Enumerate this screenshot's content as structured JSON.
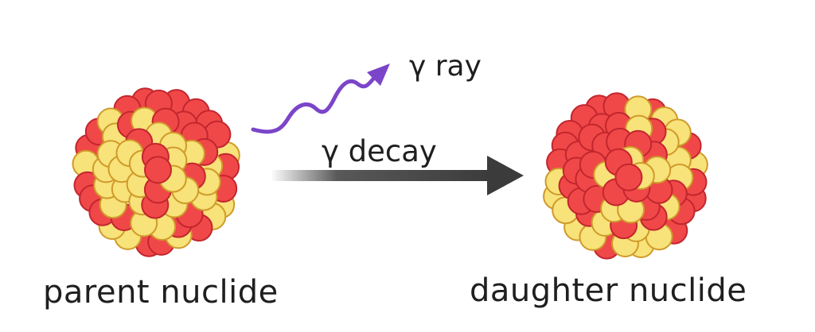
{
  "labels": {
    "parent": "parent nuclide",
    "daughter": "daughter nuclide",
    "gamma_ray": "γ ray",
    "gamma_decay": "γ decay"
  },
  "colors": {
    "proton": "#f04848",
    "proton_stroke": "#c2262e",
    "neutron": "#f8e27a",
    "neutron_stroke": "#cf9a2a",
    "wave": "#7b45c9",
    "arrow": "#3b3b3b",
    "text": "#1f1f1f"
  }
}
